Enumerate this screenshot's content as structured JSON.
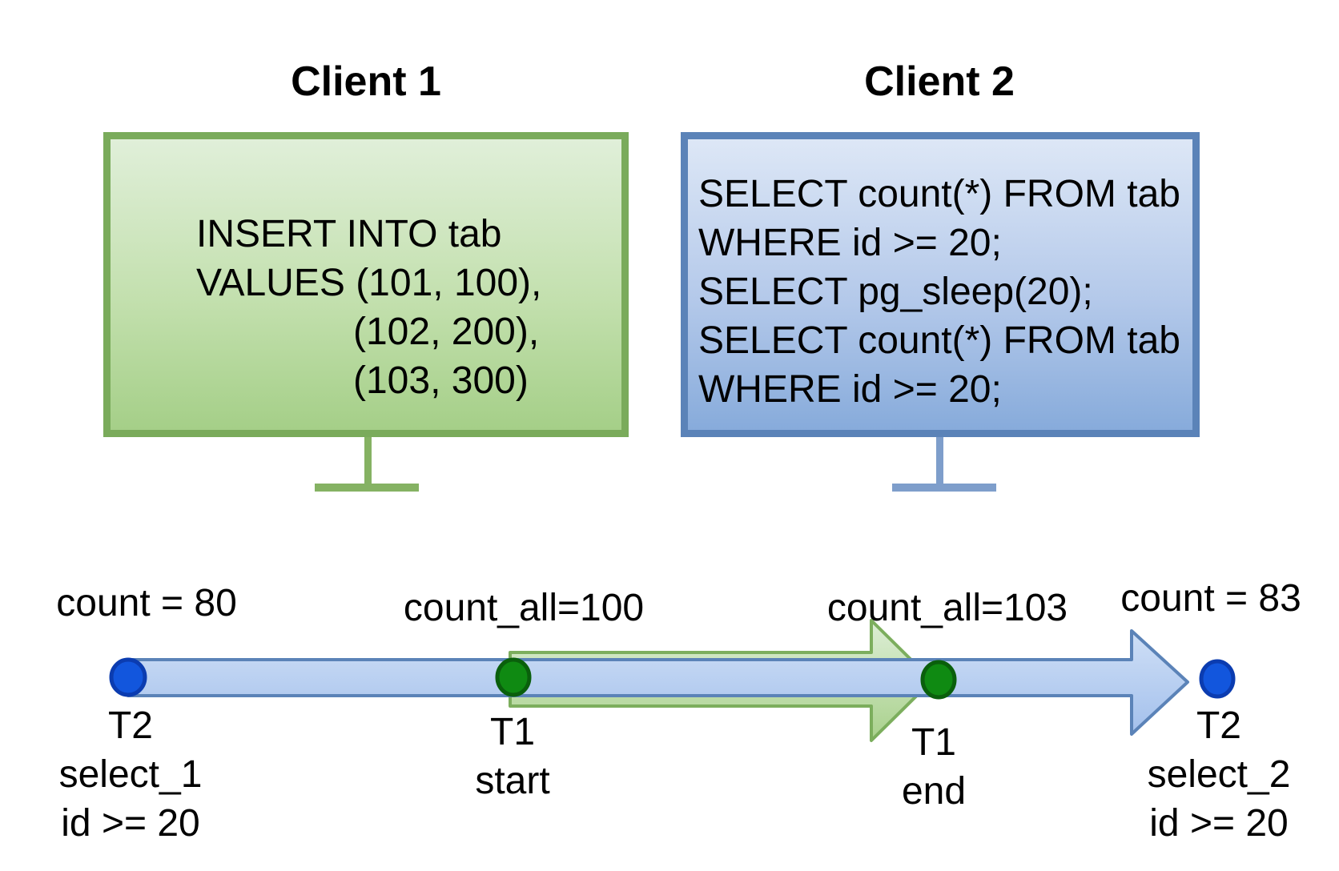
{
  "diagram": {
    "clients": [
      {
        "title": "Client 1",
        "sql": [
          "INSERT INTO tab",
          "VALUES (101, 100),",
          "(102, 200),",
          "(103, 300)"
        ]
      },
      {
        "title": "Client 2",
        "sql": [
          "SELECT count(*) FROM tab",
          "WHERE id >= 20;",
          "SELECT pg_sleep(20);",
          "SELECT count(*) FROM tab",
          "WHERE id >= 20;"
        ]
      }
    ],
    "timeline": {
      "annotations": [
        "count = 80",
        "count_all=100",
        "count_all=103",
        "count = 83"
      ],
      "markers": [
        {
          "lines": [
            "T2",
            "select_1",
            "id >= 20"
          ]
        },
        {
          "lines": [
            "T1",
            "start"
          ]
        },
        {
          "lines": [
            "T1",
            "end"
          ]
        },
        {
          "lines": [
            "T2",
            "select_2",
            "id >= 20"
          ]
        }
      ]
    },
    "colors": {
      "green_box_border": "#7aab5b",
      "green_box_fill_top": "#e0efd9",
      "green_box_fill_bottom": "#a5cf88",
      "blue_box_border": "#5b83b8",
      "blue_box_fill_top": "#dde7f6",
      "blue_box_fill_bottom": "#87abdb",
      "green_arrow_border": "#7cae5d",
      "blue_arrow_border": "#5b83b8",
      "green_dot": "#0f8a12",
      "blue_dot": "#1256dd"
    }
  }
}
